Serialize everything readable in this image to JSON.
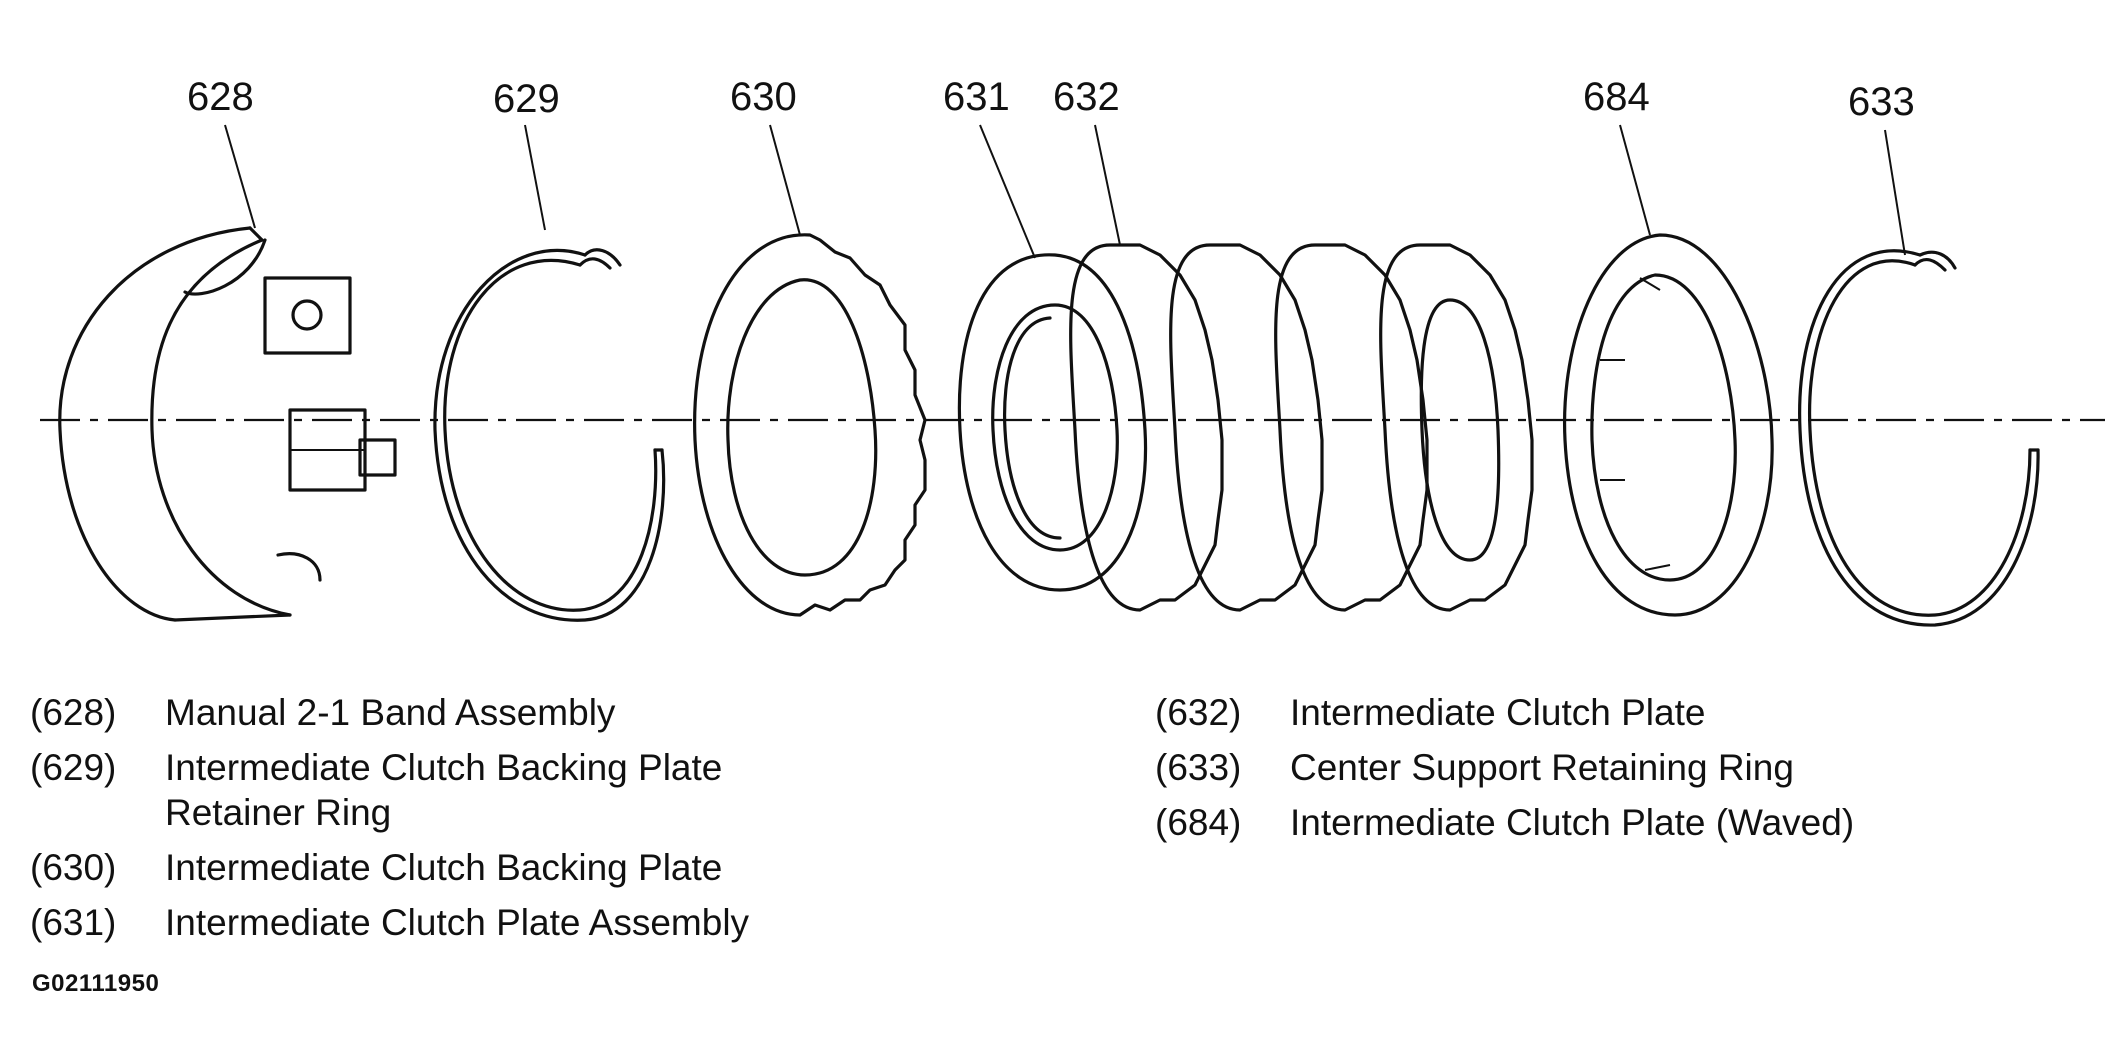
{
  "callouts": {
    "c628": "628",
    "c629": "629",
    "c630": "630",
    "c631": "631",
    "c632": "632",
    "c684": "684",
    "c633": "633"
  },
  "legend_left": [
    {
      "num": "(628)",
      "text": "Manual 2-1 Band Assembly"
    },
    {
      "num": "(629)",
      "text": "Intermediate Clutch Backing Plate Retainer Ring"
    },
    {
      "num": "(630)",
      "text": "Intermediate Clutch Backing Plate"
    },
    {
      "num": "(631)",
      "text": "Intermediate Clutch Plate Assembly"
    }
  ],
  "legend_right": [
    {
      "num": "(632)",
      "text": "Intermediate Clutch Plate"
    },
    {
      "num": "(633)",
      "text": "Center Support Retaining Ring"
    },
    {
      "num": "(684)",
      "text": "Intermediate Clutch Plate (Waved)"
    }
  ],
  "figure_id": "G02111950"
}
